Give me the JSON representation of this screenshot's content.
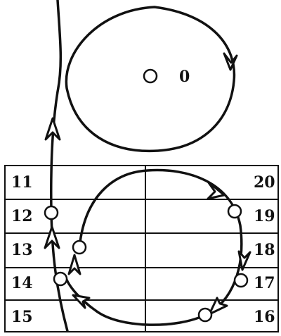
{
  "center_label": "0",
  "rows": [
    {
      "left": "11",
      "right": "20"
    },
    {
      "left": "12",
      "right": "19"
    },
    {
      "left": "13",
      "right": "18"
    },
    {
      "left": "14",
      "right": "17"
    },
    {
      "left": "15",
      "right": "16"
    }
  ]
}
